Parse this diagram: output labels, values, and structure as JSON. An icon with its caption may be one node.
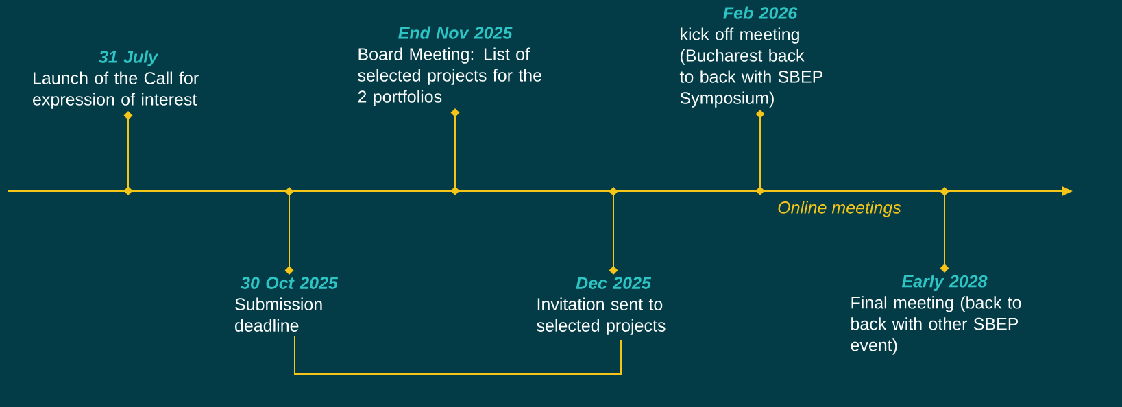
{
  "diagram": {
    "nodes": [
      {
        "text": [
          "31 July",
          "Launch of the Call for expression of interest"
        ]
      },
      {
        "text": [
          "30 Oct 2025",
          "Submission deadline"
        ]
      },
      {
        "text": [
          "End Nov 2025",
          "Board Meeting: List of selected projects for the 2 portfolios"
        ]
      },
      {
        "text": [
          "Dec 2025",
          "Invitation sent to selected projects"
        ]
      },
      {
        "text": [
          "Feb 2026",
          "kick off meeting (Bucharest back to back with SBEP Symposium)"
        ]
      },
      {
        "text": [
          "Early 2028",
          "Final meeting (back to back with other SBEP event)"
        ]
      },
      {
        "text": [],
        "shape": "bar"
      }
    ],
    "edges": [
      {
        "from": 0,
        "to": 6,
        "arrow": "other"
      },
      {
        "from": 1,
        "to": 6,
        "arrow": "other"
      },
      {
        "from": 2,
        "to": 6,
        "arrow": "other"
      },
      {
        "from": 3,
        "to": 6,
        "arrow": "other"
      },
      {
        "from": 4,
        "to": 6,
        "arrow": "other"
      },
      {
        "from": 5,
        "to": 6,
        "arrow": "other"
      },
      {
        "from": 1,
        "to": 3,
        "arrow": "none"
      }
    ],
    "labels": [
      "Online meetings"
    ]
  }
}
